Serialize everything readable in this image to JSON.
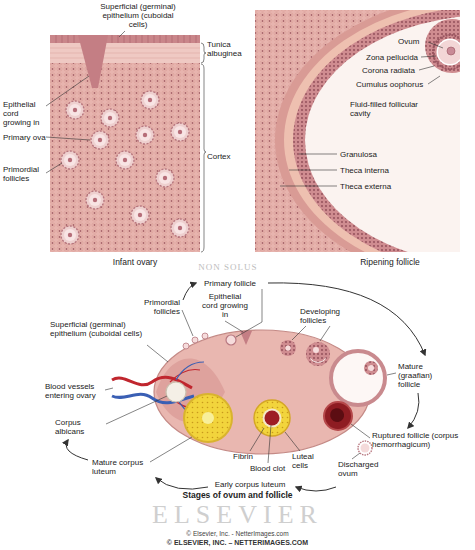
{
  "diagram": {
    "labels": [
      "Superficial (germinal) epithelium (cuboidal cells)",
      "Tunica albuginea",
      "Epithelial cord growing in",
      "Primary ova",
      "Primordial follicles",
      "Cortex",
      "Infant ovary",
      "Ovum",
      "Zona pellucida",
      "Corona radiata",
      "Cumulus oophorus",
      "Fluid-filled follicular cavity",
      "Granulosa",
      "Theca interna",
      "Theca externa",
      "Ripening follicle",
      "NON SOLUS",
      "Primary follicle",
      "Primordial follicles",
      "Epithelial cord growing in",
      "Developing follicles",
      "Superficial (germinal) epithelium (cuboidal cells)",
      "Mature (graafian) follicle",
      "Blood vessels entering ovary",
      "Corpus albicans",
      "Ruptured follicle (corpus hemorrhagicum)",
      "Discharged ovum",
      "Fibrin",
      "Blood clot",
      "Luteal cells",
      "Mature corpus luteum",
      "Early corpus luteum",
      "Stages of ovum and follicle",
      "ELSEVIER",
      "© Elsevier, Inc. - NetterImages.com",
      "© ELSEVIER, INC. – NETTERIMAGES.COM"
    ]
  }
}
